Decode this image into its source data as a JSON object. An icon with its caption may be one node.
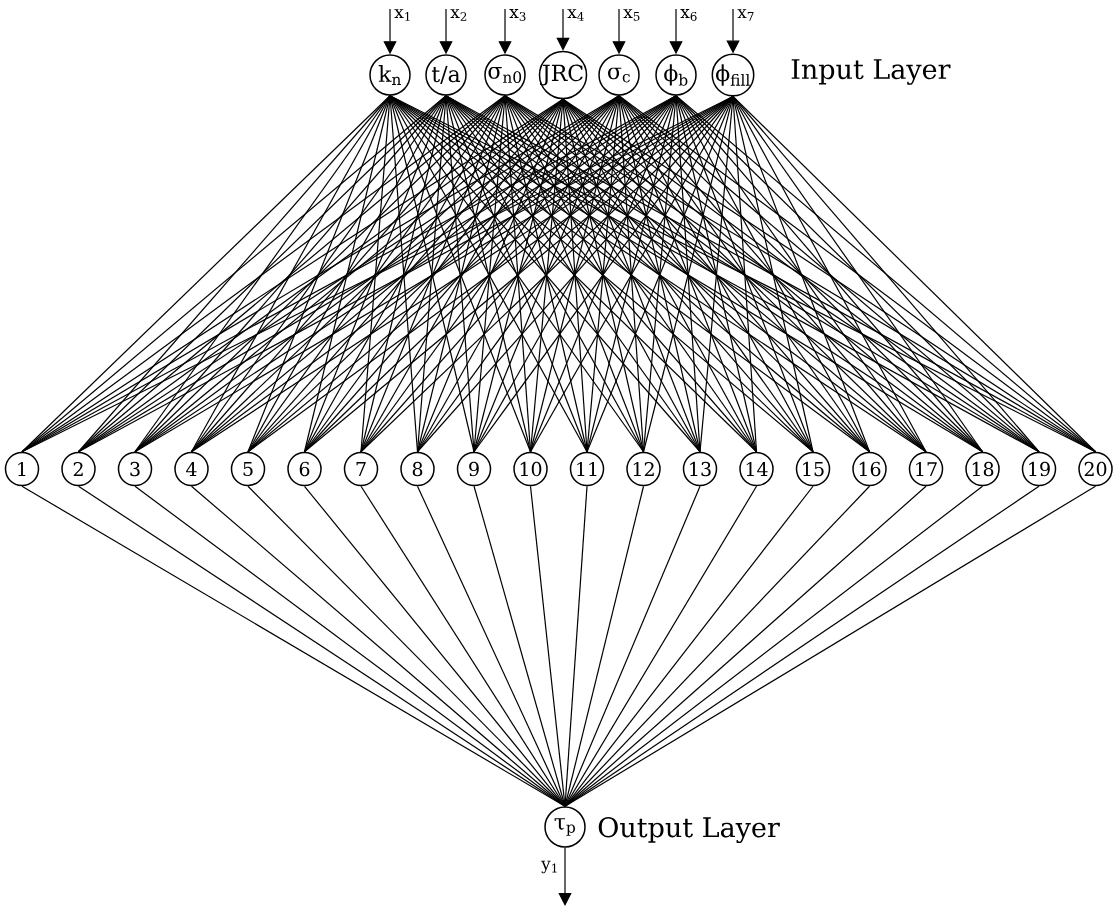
{
  "diagram": {
    "nodes": [
      {
        "text": [
          "k$_{n}$"
        ]
      },
      {
        "text": [
          "t/a"
        ]
      },
      {
        "text": [
          "σ$_{n0}$"
        ]
      },
      {
        "text": [
          "JRC"
        ]
      },
      {
        "text": [
          "σ$_{c}$"
        ]
      },
      {
        "text": [
          "ϕ$_{b}$"
        ]
      },
      {
        "text": [
          "ϕ$_{fill}$"
        ]
      },
      {
        "text": [
          "1"
        ]
      },
      {
        "text": [
          "2"
        ]
      },
      {
        "text": [
          "3"
        ]
      },
      {
        "text": [
          "4"
        ]
      },
      {
        "text": [
          "5"
        ]
      },
      {
        "text": [
          "6"
        ]
      },
      {
        "text": [
          "7"
        ]
      },
      {
        "text": [
          "8"
        ]
      },
      {
        "text": [
          "9"
        ]
      },
      {
        "text": [
          "10"
        ]
      },
      {
        "text": [
          "11"
        ]
      },
      {
        "text": [
          "12"
        ]
      },
      {
        "text": [
          "13"
        ]
      },
      {
        "text": [
          "14"
        ]
      },
      {
        "text": [
          "15"
        ]
      },
      {
        "text": [
          "16"
        ]
      },
      {
        "text": [
          "17"
        ]
      },
      {
        "text": [
          "18"
        ]
      },
      {
        "text": [
          "19"
        ]
      },
      {
        "text": [
          "20"
        ]
      },
      {
        "text": [
          "τ$_{p}$"
        ]
      }
    ],
    "edges": [
      {
        "from": null,
        "to": 0,
        "arrow": "to",
        "label": "x$_{1}$"
      },
      {
        "from": null,
        "to": 1,
        "arrow": "to",
        "label": "x$_{2}$"
      },
      {
        "from": null,
        "to": 2,
        "arrow": "to",
        "label": "x$_{3}$"
      },
      {
        "from": null,
        "to": 3,
        "arrow": "to",
        "label": "x$_{4}$"
      },
      {
        "from": null,
        "to": 4,
        "arrow": "to",
        "label": "x$_{5}$"
      },
      {
        "from": null,
        "to": 5,
        "arrow": "to",
        "label": "x$_{6}$"
      },
      {
        "from": null,
        "to": 6,
        "arrow": "to",
        "label": "x$_{7}$"
      },
      {
        "from": 0,
        "to": 7,
        "arrow": "none"
      },
      {
        "from": 0,
        "to": 8,
        "arrow": "none"
      },
      {
        "from": 0,
        "to": 9,
        "arrow": "none"
      },
      {
        "from": 0,
        "to": 10,
        "arrow": "none"
      },
      {
        "from": 0,
        "to": 11,
        "arrow": "none"
      },
      {
        "from": 0,
        "to": 12,
        "arrow": "none"
      },
      {
        "from": 0,
        "to": 13,
        "arrow": "none"
      },
      {
        "from": 0,
        "to": 14,
        "arrow": "none"
      },
      {
        "from": 0,
        "to": 15,
        "arrow": "none"
      },
      {
        "from": 0,
        "to": 16,
        "arrow": "none"
      },
      {
        "from": 0,
        "to": 17,
        "arrow": "none"
      },
      {
        "from": 0,
        "to": 18,
        "arrow": "none"
      },
      {
        "from": 0,
        "to": 19,
        "arrow": "none"
      },
      {
        "from": 0,
        "to": 20,
        "arrow": "none"
      },
      {
        "from": 0,
        "to": 21,
        "arrow": "none"
      },
      {
        "from": 0,
        "to": 22,
        "arrow": "none"
      },
      {
        "from": 0,
        "to": 23,
        "arrow": "none"
      },
      {
        "from": 0,
        "to": 24,
        "arrow": "none"
      },
      {
        "from": 0,
        "to": 25,
        "arrow": "none"
      },
      {
        "from": 0,
        "to": 26,
        "arrow": "none"
      },
      {
        "from": 1,
        "to": 7,
        "arrow": "none"
      },
      {
        "from": 1,
        "to": 8,
        "arrow": "none"
      },
      {
        "from": 1,
        "to": 9,
        "arrow": "none"
      },
      {
        "from": 1,
        "to": 10,
        "arrow": "none"
      },
      {
        "from": 1,
        "to": 11,
        "arrow": "none"
      },
      {
        "from": 1,
        "to": 12,
        "arrow": "none"
      },
      {
        "from": 1,
        "to": 13,
        "arrow": "none"
      },
      {
        "from": 1,
        "to": 14,
        "arrow": "none"
      },
      {
        "from": 1,
        "to": 15,
        "arrow": "none"
      },
      {
        "from": 1,
        "to": 16,
        "arrow": "none"
      },
      {
        "from": 1,
        "to": 17,
        "arrow": "none"
      },
      {
        "from": 1,
        "to": 18,
        "arrow": "none"
      },
      {
        "from": 1,
        "to": 19,
        "arrow": "none"
      },
      {
        "from": 1,
        "to": 20,
        "arrow": "none"
      },
      {
        "from": 1,
        "to": 21,
        "arrow": "none"
      },
      {
        "from": 1,
        "to": 22,
        "arrow": "none"
      },
      {
        "from": 1,
        "to": 23,
        "arrow": "none"
      },
      {
        "from": 1,
        "to": 24,
        "arrow": "none"
      },
      {
        "from": 1,
        "to": 25,
        "arrow": "none"
      },
      {
        "from": 1,
        "to": 26,
        "arrow": "none"
      },
      {
        "from": 2,
        "to": 7,
        "arrow": "none"
      },
      {
        "from": 2,
        "to": 8,
        "arrow": "none"
      },
      {
        "from": 2,
        "to": 9,
        "arrow": "none"
      },
      {
        "from": 2,
        "to": 10,
        "arrow": "none"
      },
      {
        "from": 2,
        "to": 11,
        "arrow": "none"
      },
      {
        "from": 2,
        "to": 12,
        "arrow": "none"
      },
      {
        "from": 2,
        "to": 13,
        "arrow": "none"
      },
      {
        "from": 2,
        "to": 14,
        "arrow": "none"
      },
      {
        "from": 2,
        "to": 15,
        "arrow": "none"
      },
      {
        "from": 2,
        "to": 16,
        "arrow": "none"
      },
      {
        "from": 2,
        "to": 17,
        "arrow": "none"
      },
      {
        "from": 2,
        "to": 18,
        "arrow": "none"
      },
      {
        "from": 2,
        "to": 19,
        "arrow": "none"
      },
      {
        "from": 2,
        "to": 20,
        "arrow": "none"
      },
      {
        "from": 2,
        "to": 21,
        "arrow": "none"
      },
      {
        "from": 2,
        "to": 22,
        "arrow": "none"
      },
      {
        "from": 2,
        "to": 23,
        "arrow": "none"
      },
      {
        "from": 2,
        "to": 24,
        "arrow": "none"
      },
      {
        "from": 2,
        "to": 25,
        "arrow": "none"
      },
      {
        "from": 2,
        "to": 26,
        "arrow": "none"
      },
      {
        "from": 3,
        "to": 7,
        "arrow": "none"
      },
      {
        "from": 3,
        "to": 8,
        "arrow": "none"
      },
      {
        "from": 3,
        "to": 9,
        "arrow": "none"
      },
      {
        "from": 3,
        "to": 10,
        "arrow": "none"
      },
      {
        "from": 3,
        "to": 11,
        "arrow": "none"
      },
      {
        "from": 3,
        "to": 12,
        "arrow": "none"
      },
      {
        "from": 3,
        "to": 13,
        "arrow": "none"
      },
      {
        "from": 3,
        "to": 14,
        "arrow": "none"
      },
      {
        "from": 3,
        "to": 15,
        "arrow": "none"
      },
      {
        "from": 3,
        "to": 16,
        "arrow": "none"
      },
      {
        "from": 3,
        "to": 17,
        "arrow": "none"
      },
      {
        "from": 3,
        "to": 18,
        "arrow": "none"
      },
      {
        "from": 3,
        "to": 19,
        "arrow": "none"
      },
      {
        "from": 3,
        "to": 20,
        "arrow": "none"
      },
      {
        "from": 3,
        "to": 21,
        "arrow": "none"
      },
      {
        "from": 3,
        "to": 22,
        "arrow": "none"
      },
      {
        "from": 3,
        "to": 23,
        "arrow": "none"
      },
      {
        "from": 3,
        "to": 24,
        "arrow": "none"
      },
      {
        "from": 3,
        "to": 25,
        "arrow": "none"
      },
      {
        "from": 3,
        "to": 26,
        "arrow": "none"
      },
      {
        "from": 4,
        "to": 7,
        "arrow": "none"
      },
      {
        "from": 4,
        "to": 8,
        "arrow": "none"
      },
      {
        "from": 4,
        "to": 9,
        "arrow": "none"
      },
      {
        "from": 4,
        "to": 10,
        "arrow": "none"
      },
      {
        "from": 4,
        "to": 11,
        "arrow": "none"
      },
      {
        "from": 4,
        "to": 12,
        "arrow": "none"
      },
      {
        "from": 4,
        "to": 13,
        "arrow": "none"
      },
      {
        "from": 4,
        "to": 14,
        "arrow": "none"
      },
      {
        "from": 4,
        "to": 15,
        "arrow": "none"
      },
      {
        "from": 4,
        "to": 16,
        "arrow": "none"
      },
      {
        "from": 4,
        "to": 17,
        "arrow": "none"
      },
      {
        "from": 4,
        "to": 18,
        "arrow": "none"
      },
      {
        "from": 4,
        "to": 19,
        "arrow": "none"
      },
      {
        "from": 4,
        "to": 20,
        "arrow": "none"
      },
      {
        "from": 4,
        "to": 21,
        "arrow": "none"
      },
      {
        "from": 4,
        "to": 22,
        "arrow": "none"
      },
      {
        "from": 4,
        "to": 23,
        "arrow": "none"
      },
      {
        "from": 4,
        "to": 24,
        "arrow": "none"
      },
      {
        "from": 4,
        "to": 25,
        "arrow": "none"
      },
      {
        "from": 4,
        "to": 26,
        "arrow": "none"
      },
      {
        "from": 5,
        "to": 7,
        "arrow": "none"
      },
      {
        "from": 5,
        "to": 8,
        "arrow": "none"
      },
      {
        "from": 5,
        "to": 9,
        "arrow": "none"
      },
      {
        "from": 5,
        "to": 10,
        "arrow": "none"
      },
      {
        "from": 5,
        "to": 11,
        "arrow": "none"
      },
      {
        "from": 5,
        "to": 12,
        "arrow": "none"
      },
      {
        "from": 5,
        "to": 13,
        "arrow": "none"
      },
      {
        "from": 5,
        "to": 14,
        "arrow": "none"
      },
      {
        "from": 5,
        "to": 15,
        "arrow": "none"
      },
      {
        "from": 5,
        "to": 16,
        "arrow": "none"
      },
      {
        "from": 5,
        "to": 17,
        "arrow": "none"
      },
      {
        "from": 5,
        "to": 18,
        "arrow": "none"
      },
      {
        "from": 5,
        "to": 19,
        "arrow": "none"
      },
      {
        "from": 5,
        "to": 20,
        "arrow": "none"
      },
      {
        "from": 5,
        "to": 21,
        "arrow": "none"
      },
      {
        "from": 5,
        "to": 22,
        "arrow": "none"
      },
      {
        "from": 5,
        "to": 23,
        "arrow": "none"
      },
      {
        "from": 5,
        "to": 24,
        "arrow": "none"
      },
      {
        "from": 5,
        "to": 25,
        "arrow": "none"
      },
      {
        "from": 5,
        "to": 26,
        "arrow": "none"
      },
      {
        "from": 6,
        "to": 7,
        "arrow": "none"
      },
      {
        "from": 6,
        "to": 8,
        "arrow": "none"
      },
      {
        "from": 6,
        "to": 9,
        "arrow": "none"
      },
      {
        "from": 6,
        "to": 10,
        "arrow": "none"
      },
      {
        "from": 6,
        "to": 11,
        "arrow": "none"
      },
      {
        "from": 6,
        "to": 12,
        "arrow": "none"
      },
      {
        "from": 6,
        "to": 13,
        "arrow": "none"
      },
      {
        "from": 6,
        "to": 14,
        "arrow": "none"
      },
      {
        "from": 6,
        "to": 15,
        "arrow": "none"
      },
      {
        "from": 6,
        "to": 16,
        "arrow": "none"
      },
      {
        "from": 6,
        "to": 17,
        "arrow": "none"
      },
      {
        "from": 6,
        "to": 18,
        "arrow": "none"
      },
      {
        "from": 6,
        "to": 19,
        "arrow": "none"
      },
      {
        "from": 6,
        "to": 20,
        "arrow": "none"
      },
      {
        "from": 6,
        "to": 21,
        "arrow": "none"
      },
      {
        "from": 6,
        "to": 22,
        "arrow": "none"
      },
      {
        "from": 6,
        "to": 23,
        "arrow": "none"
      },
      {
        "from": 6,
        "to": 24,
        "arrow": "none"
      },
      {
        "from": 6,
        "to": 25,
        "arrow": "none"
      },
      {
        "from": 6,
        "to": 26,
        "arrow": "none"
      },
      {
        "from": 7,
        "to": 27,
        "arrow": "none"
      },
      {
        "from": 8,
        "to": 27,
        "arrow": "none"
      },
      {
        "from": 9,
        "to": 27,
        "arrow": "none"
      },
      {
        "from": 10,
        "to": 27,
        "arrow": "none"
      },
      {
        "from": 11,
        "to": 27,
        "arrow": "none"
      },
      {
        "from": 12,
        "to": 27,
        "arrow": "none"
      },
      {
        "from": 13,
        "to": 27,
        "arrow": "none"
      },
      {
        "from": 14,
        "to": 27,
        "arrow": "none"
      },
      {
        "from": 15,
        "to": 27,
        "arrow": "none"
      },
      {
        "from": 16,
        "to": 27,
        "arrow": "none"
      },
      {
        "from": 17,
        "to": 27,
        "arrow": "none"
      },
      {
        "from": 18,
        "to": 27,
        "arrow": "none"
      },
      {
        "from": 19,
        "to": 27,
        "arrow": "none"
      },
      {
        "from": 20,
        "to": 27,
        "arrow": "none"
      },
      {
        "from": 21,
        "to": 27,
        "arrow": "none"
      },
      {
        "from": 22,
        "to": 27,
        "arrow": "none"
      },
      {
        "from": 23,
        "to": 27,
        "arrow": "none"
      },
      {
        "from": 24,
        "to": 27,
        "arrow": "none"
      },
      {
        "from": 25,
        "to": 27,
        "arrow": "none"
      },
      {
        "from": 26,
        "to": 27,
        "arrow": "none"
      },
      {
        "from": 27,
        "to": null,
        "arrow": "to",
        "label": "y$_{1}$"
      }
    ],
    "labels": [
      "Input Layer",
      "Output Layer"
    ]
  }
}
